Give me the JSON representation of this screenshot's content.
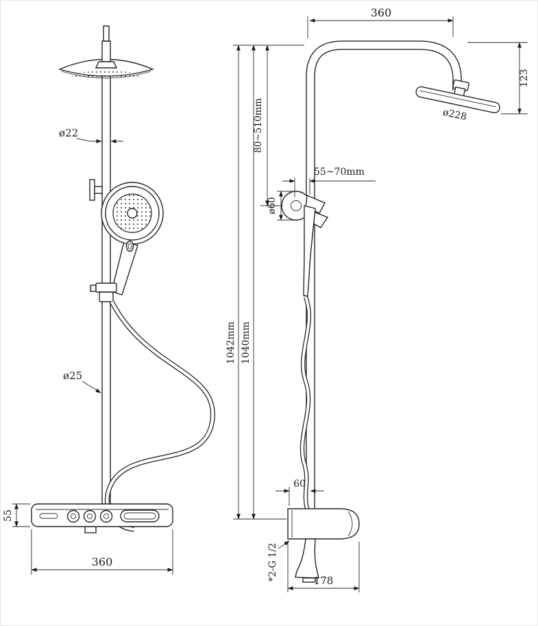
{
  "drawing": {
    "front": {
      "dim_pipe_diameter": "ø22",
      "dim_hose_diameter": "ø25",
      "dim_panel_height": "55",
      "dim_panel_width": "360"
    },
    "side": {
      "dim_top_reach": "360",
      "dim_head_drop": "123",
      "dim_head_diameter": "ø228",
      "dim_riser_adjust": "80~510mm",
      "dim_holder_adjust": "55~70mm",
      "dim_holder_diameter": "ø60",
      "dim_total_height_a": "1042mm",
      "dim_total_height_b": "1040mm",
      "dim_valve_offset": "60",
      "dim_connector_thread": "*2-G 1/2",
      "dim_valve_width": "178"
    }
  }
}
